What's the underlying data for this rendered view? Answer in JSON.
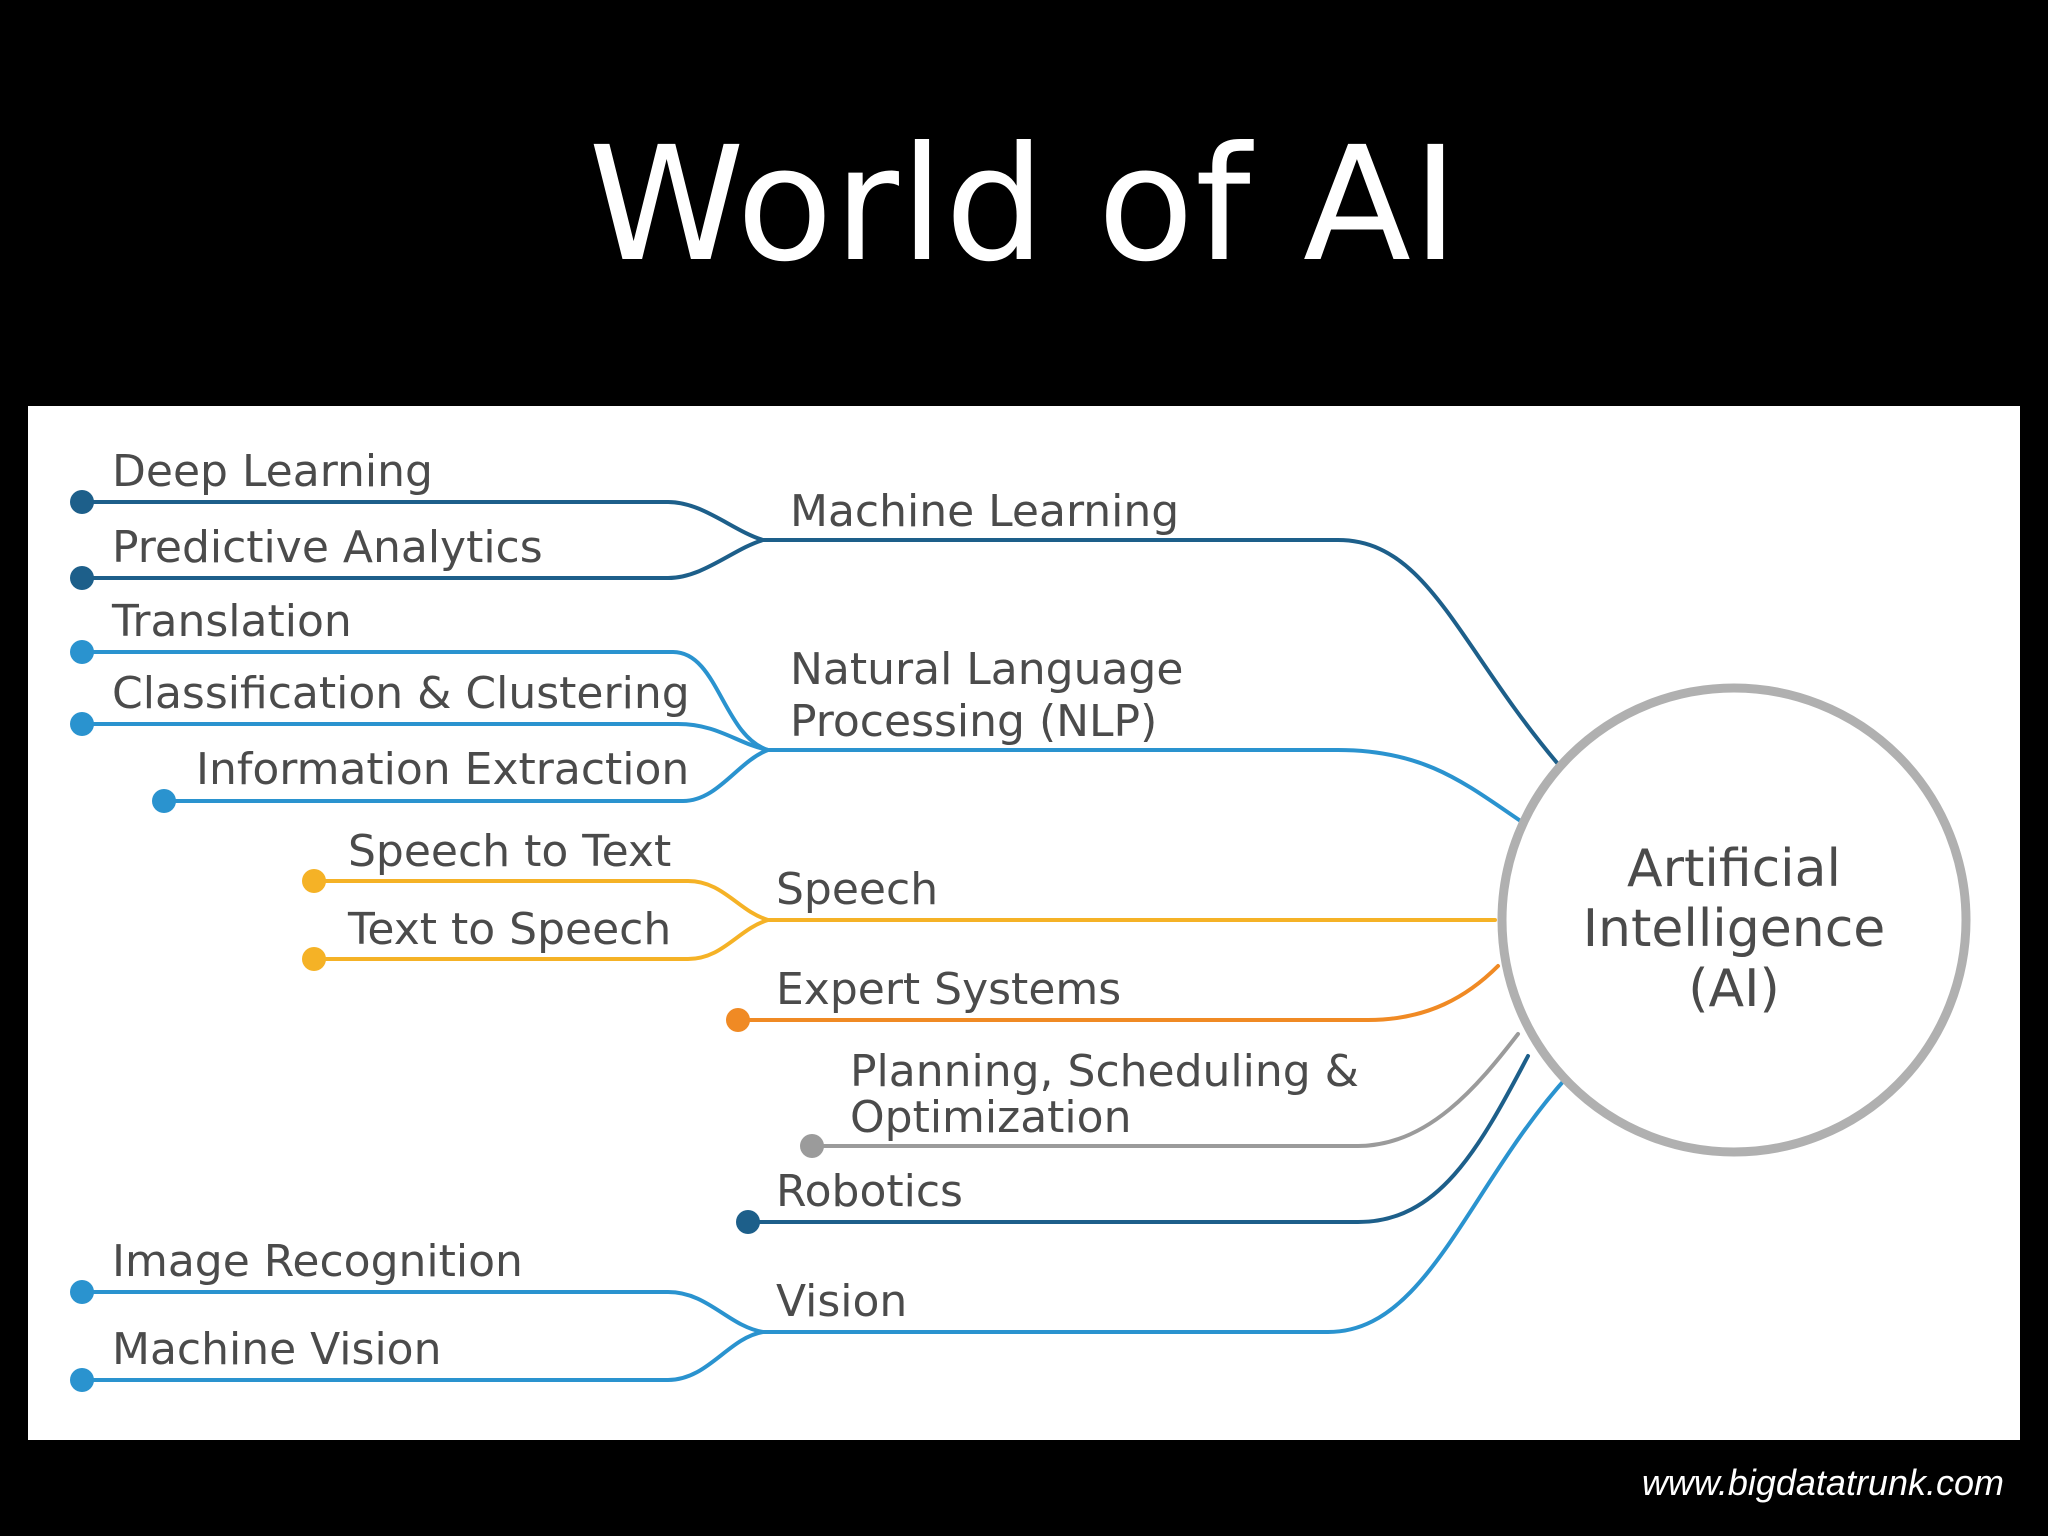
{
  "title": "World of AI",
  "footer": "www.bigdatatrunk.com",
  "colors": {
    "background": "#000000",
    "panel": "#ffffff",
    "dark_blue": "#1d5f8a",
    "blue": "#2a93cf",
    "yellow": "#f5b226",
    "orange": "#f08a24",
    "gray": "#9b9b9b",
    "hub_ring": "#b0b0b0",
    "text": "#4b4b4b"
  },
  "diagram": {
    "hub": {
      "lines": [
        "Artificial",
        "Intelligence",
        "(AI)"
      ]
    },
    "branches": {
      "machine_learning": {
        "label": "Machine Learning",
        "color": "dark_blue",
        "leaves": [
          "Deep Learning",
          "Predictive Analytics"
        ]
      },
      "nlp": {
        "label_lines": [
          "Natural Language",
          "Processing (NLP)"
        ],
        "color": "blue",
        "leaves": [
          "Translation",
          "Classification & Clustering",
          "Information Extraction"
        ]
      },
      "speech": {
        "label": "Speech",
        "color": "yellow",
        "leaves": [
          "Speech to Text",
          "Text to Speech"
        ]
      },
      "expert_systems": {
        "label": "Expert Systems",
        "color": "orange"
      },
      "planning": {
        "label_lines": [
          "Planning, Scheduling &",
          "Optimization"
        ],
        "color": "gray"
      },
      "robotics": {
        "label": "Robotics",
        "color": "dark_blue"
      },
      "vision": {
        "label": "Vision",
        "color": "blue",
        "leaves": [
          "Image Recognition",
          "Machine Vision"
        ]
      }
    }
  }
}
